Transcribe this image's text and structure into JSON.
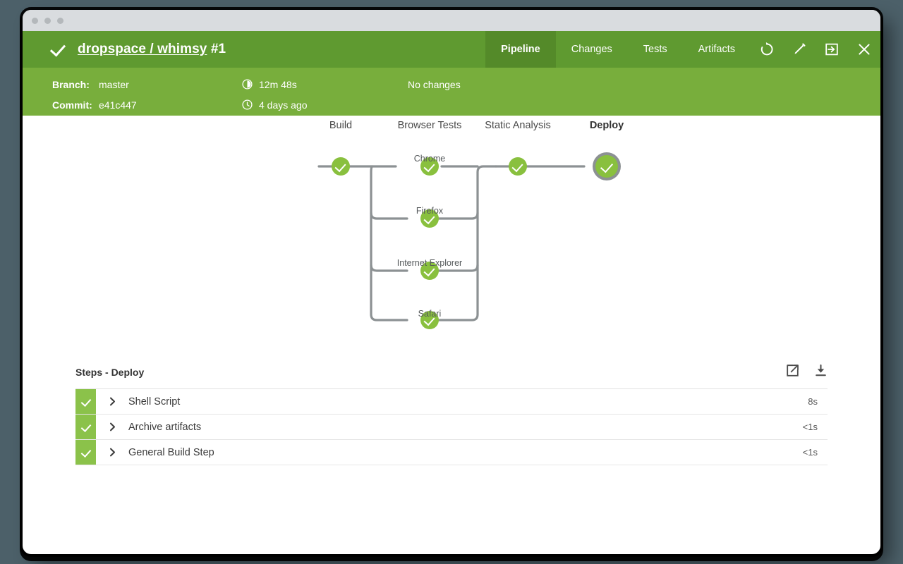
{
  "window": {
    "traffic_lights": [
      "close",
      "minimize",
      "maximize"
    ]
  },
  "header": {
    "status_icon": "check-icon",
    "title_link": "dropspace / whimsy",
    "title_number": "#1",
    "tabs": [
      {
        "label": "Pipeline",
        "active": true
      },
      {
        "label": "Changes",
        "active": false
      },
      {
        "label": "Tests",
        "active": false
      },
      {
        "label": "Artifacts",
        "active": false
      }
    ],
    "actions": [
      {
        "name": "rerun-icon"
      },
      {
        "name": "edit-pencil-icon"
      },
      {
        "name": "logs-enter-icon"
      },
      {
        "name": "close-icon"
      }
    ],
    "colors": {
      "header_green": "#5f9a30",
      "active_tab_green": "#548a29",
      "subheader_green": "#78ae3c",
      "node_green": "#89c03e"
    }
  },
  "subheader": {
    "branch_label": "Branch:",
    "branch_value": "master",
    "commit_label": "Commit:",
    "commit_value": "e41c447",
    "duration_icon": "stopwatch-icon",
    "duration_value": "12m 48s",
    "time_icon": "clock-icon",
    "time_value": "4 days ago",
    "changes_value": "No changes"
  },
  "pipeline": {
    "stages": [
      {
        "label": "Build",
        "selected": false,
        "nodes": [
          {
            "label": "",
            "status": "success"
          }
        ]
      },
      {
        "label": "Browser Tests",
        "selected": false,
        "nodes": [
          {
            "label": "Chrome",
            "status": "success"
          },
          {
            "label": "Firefox",
            "status": "success"
          },
          {
            "label": "Internet Explorer",
            "status": "success"
          },
          {
            "label": "Safari",
            "status": "success"
          }
        ]
      },
      {
        "label": "Static Analysis",
        "selected": false,
        "nodes": [
          {
            "label": "",
            "status": "success"
          }
        ]
      },
      {
        "label": "Deploy",
        "selected": true,
        "nodes": [
          {
            "label": "",
            "status": "success"
          }
        ]
      }
    ]
  },
  "steps": {
    "title": "Steps - Deploy",
    "actions": [
      {
        "name": "open-external-icon"
      },
      {
        "name": "download-icon"
      }
    ],
    "rows": [
      {
        "status": "success",
        "name": "Shell Script",
        "duration": "8s"
      },
      {
        "status": "success",
        "name": "Archive artifacts",
        "duration": "<1s"
      },
      {
        "status": "success",
        "name": "General Build Step",
        "duration": "<1s"
      }
    ]
  }
}
